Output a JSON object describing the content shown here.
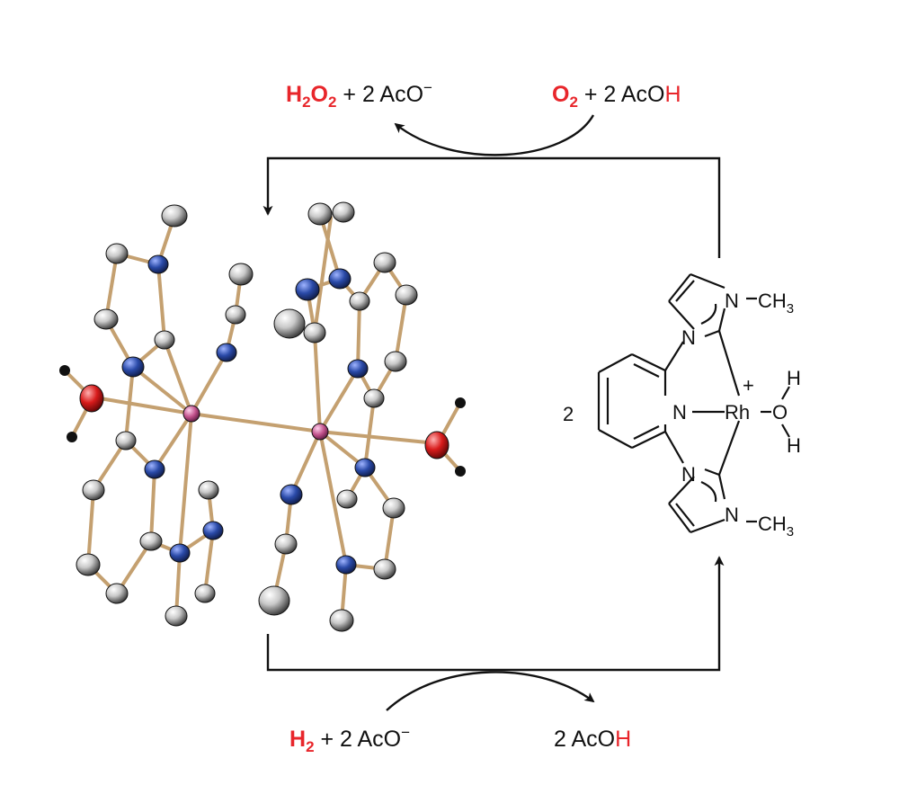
{
  "cycle": {
    "top_left": {
      "species": "H",
      "sub1": "2",
      "species2": "O",
      "sub2": "2",
      "rest": " + 2 AcO",
      "charge": "−"
    },
    "top_right": {
      "species": "O",
      "sub": "2",
      "rest": " + 2 AcO",
      "h": "H"
    },
    "bottom_left": {
      "species": "H",
      "sub": "2",
      "rest": " + 2 AcO",
      "charge": "−"
    },
    "bottom_right": {
      "rest": "2 AcO",
      "h": "H"
    }
  },
  "complex": {
    "coefficient": "2",
    "atoms": {
      "n_methyl_top": "N",
      "ch3_top": "CH",
      "ch3_top_sub": "3",
      "n_imidazole_top": "N",
      "n_pyridine": "N",
      "metal": "Rh",
      "charge": "+",
      "oxygen": "O",
      "h_upper": "H",
      "h_lower": "H",
      "n_imidazole_bottom": "N",
      "n_methyl_bottom": "N",
      "ch3_bottom": "CH",
      "ch3_bottom_sub": "3"
    }
  },
  "colors": {
    "highlight": "#e8262b",
    "carbon_atom": "#8a8a8a",
    "nitrogen_atom": "#2a4aa8",
    "oxygen_atom": "#d81b1b",
    "rhodium_atom": "#c0508a",
    "bond_rod": "#c4a070"
  }
}
